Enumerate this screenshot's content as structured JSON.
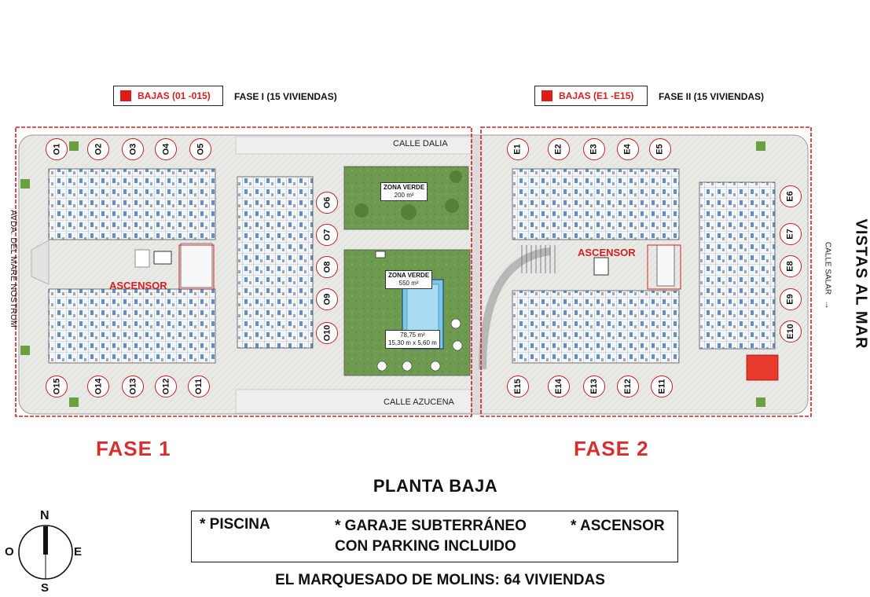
{
  "legend": {
    "phase1_badge": "BAJAS (01 -015)",
    "phase1_desc": "FASE I (15 VIVIENDAS)",
    "phase2_badge": "BAJAS (E1 -E15)",
    "phase2_desc": "FASE II (15 VIVIENDAS)",
    "badge_color": "#e01b1b"
  },
  "plan": {
    "phase1_units_top": [
      "O1",
      "O2",
      "O3",
      "O4",
      "O5"
    ],
    "phase1_units_right": [
      "O6",
      "O7",
      "O8",
      "O9",
      "O10"
    ],
    "phase1_units_bottom": [
      "O15",
      "O14",
      "O13",
      "O12",
      "O11"
    ],
    "phase2_units_top": [
      "E1",
      "E2",
      "E3",
      "E4",
      "E5"
    ],
    "phase2_units_right": [
      "E6",
      "E7",
      "E8",
      "E9",
      "E10"
    ],
    "phase2_units_bottom": [
      "E15",
      "E14",
      "E13",
      "E12",
      "E11"
    ],
    "streets": {
      "north": "CALLE DALIA",
      "south": "CALLE AZUCENA",
      "west": "AVDA. DEL MARE NOSTRUM",
      "east": "CALLE SALAR"
    },
    "green_zone_1": {
      "title": "ZONA VERDE",
      "area": "200 m²"
    },
    "green_zone_2": {
      "title": "ZONA VERDE",
      "area": "550 m²"
    },
    "pool": {
      "area": "78,75 m²",
      "dimensions": "15,30 m x 5,60 m"
    },
    "elevator_label": "ASCENSOR",
    "sea_view_label": "VISTAS AL MAR",
    "outline_color": "#d42020"
  },
  "phases": {
    "phase1": "FASE 1",
    "phase2": "FASE 2"
  },
  "floor_title": "PLANTA BAJA",
  "features": {
    "pool": "* PISCINA",
    "garage_line1": "* GARAJE SUBTERRÁNEO",
    "garage_line2": "CON PARKING INCLUIDO",
    "elevator": "* ASCENSOR"
  },
  "footer": "EL MARQUESADO DE MOLINS: 64 VIVIENDAS",
  "compass": {
    "north": "N",
    "south": "S",
    "east": "E",
    "west": "O"
  }
}
